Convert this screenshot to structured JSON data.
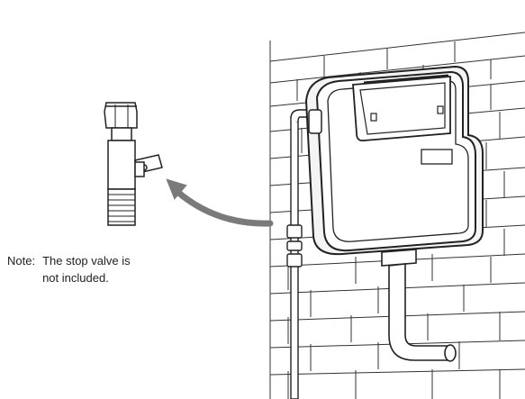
{
  "note": {
    "label": "Note:",
    "line1": "The stop valve is",
    "line2": "not included."
  },
  "colors": {
    "stroke": "#222222",
    "arrow": "#7a7a7a",
    "background": "#ffffff"
  }
}
